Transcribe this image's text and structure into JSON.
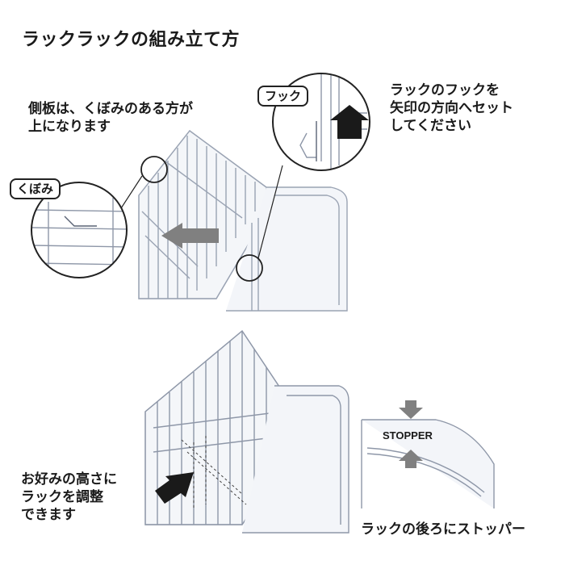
{
  "title": "ラックラックの組み立て方",
  "notes": {
    "side_panel": "側板は、くぼみのある方が\n上になります",
    "hook_direction": "ラックのフックを\n矢印の方向へセット\nしてください",
    "adjust_height": "お好みの高さに\nラックを調整\nできます",
    "stopper_rear": "ラックの後ろにストッパー"
  },
  "callouts": {
    "hook": "フック",
    "dimple": "くぼみ",
    "stopper": "STOPPER"
  },
  "colors": {
    "arrow_dark": "#1a1a1a",
    "arrow_gray": "#808080",
    "acrylic_line": "#9aa3b3"
  }
}
